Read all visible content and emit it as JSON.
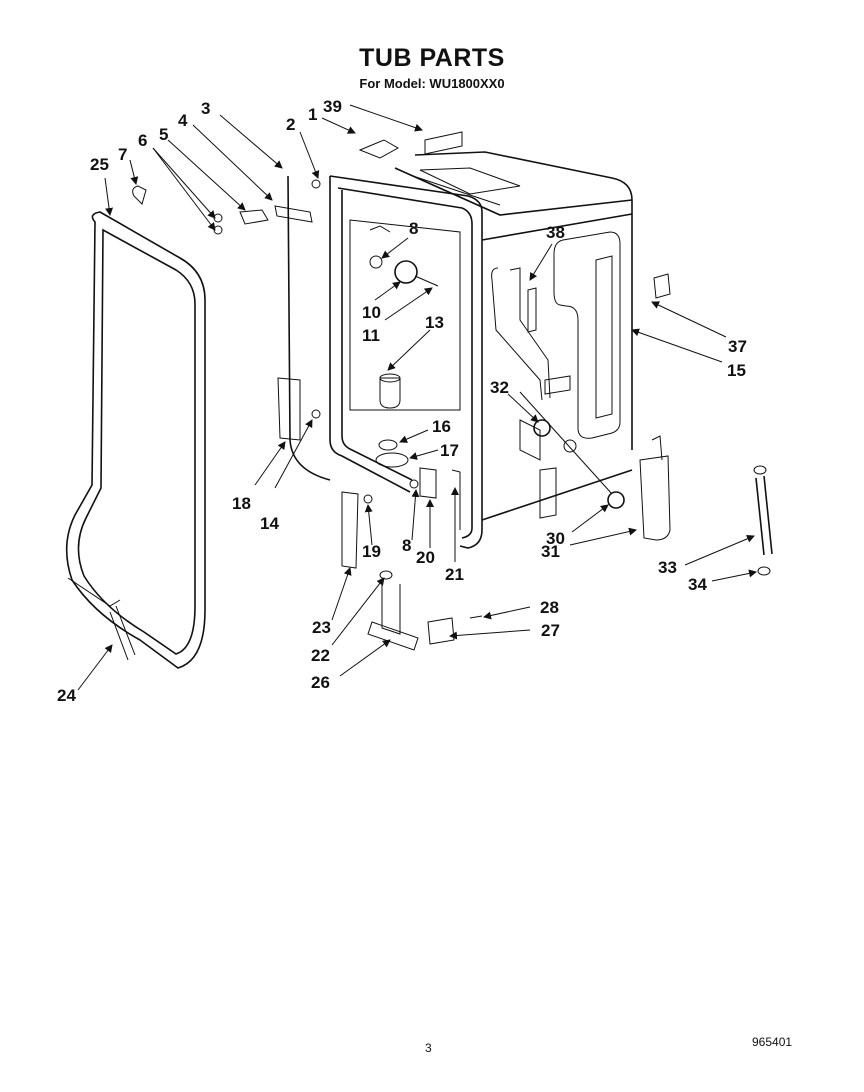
{
  "header": {
    "title": "TUB PARTS",
    "subtitle": "For Model: WU1800XX0"
  },
  "footer": {
    "page_number": "3",
    "document_number": "965401"
  },
  "callouts": [
    "1",
    "2",
    "3",
    "4",
    "5",
    "6",
    "7",
    "8",
    "8",
    "10",
    "11",
    "13",
    "14",
    "15",
    "16",
    "17",
    "18",
    "19",
    "20",
    "21",
    "22",
    "23",
    "24",
    "25",
    "26",
    "27",
    "28",
    "30",
    "31",
    "32",
    "33",
    "34",
    "37",
    "38",
    "39"
  ]
}
